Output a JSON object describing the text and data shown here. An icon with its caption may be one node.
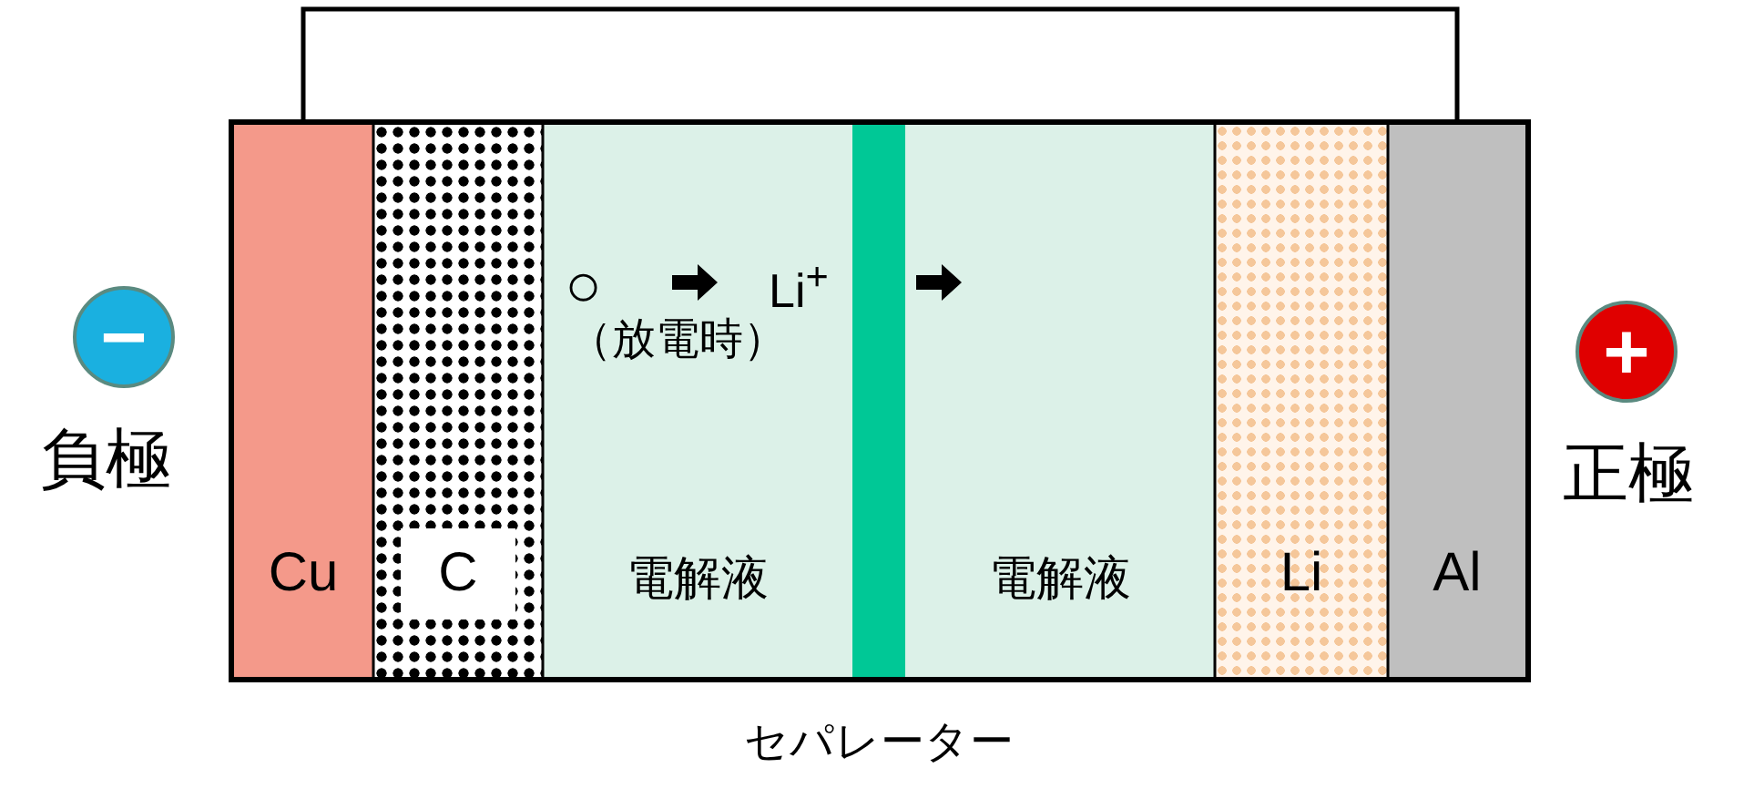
{
  "diagram": {
    "nodes": [
      {
        "text": [
          "−"
        ],
        "beside": [
          "負極"
        ]
      },
      {
        "text": [
          "Cu"
        ]
      },
      {
        "text": [
          "C"
        ]
      },
      {
        "text": [
          "電解液"
        ]
      },
      {
        "text": [],
        "shape": "bar",
        "beside": [
          "セパレーター"
        ]
      },
      {
        "text": [
          "電解液"
        ]
      },
      {
        "text": [
          "Li"
        ]
      },
      {
        "text": [
          "Al"
        ]
      },
      {
        "text": [
          "+"
        ],
        "beside": [
          "正極"
        ]
      }
    ],
    "edges": [
      {
        "from": 1,
        "to": 7,
        "arrow": "none"
      }
    ],
    "labels": [
      "○",
      "Li$^{+}$",
      "（放電時）"
    ]
  }
}
